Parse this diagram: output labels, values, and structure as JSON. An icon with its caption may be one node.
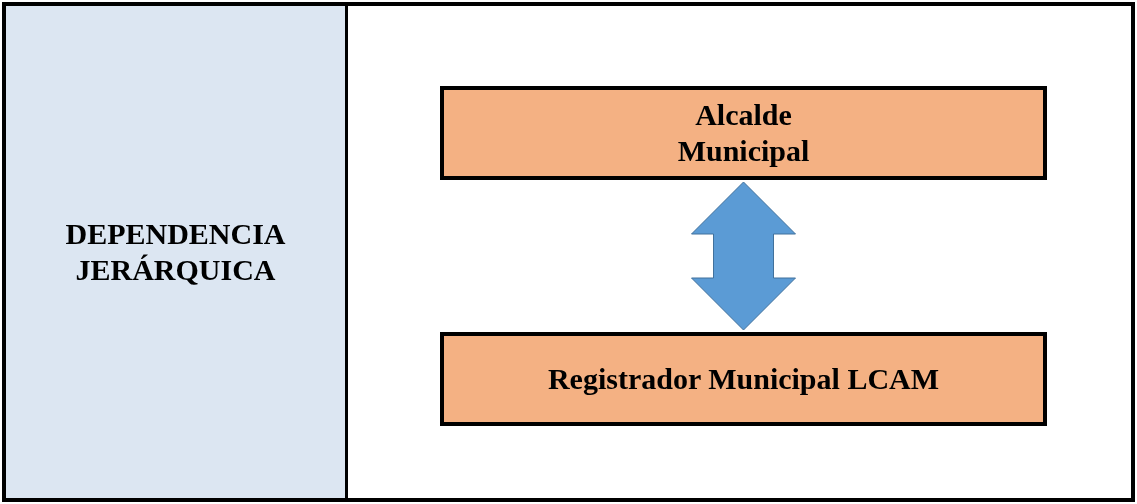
{
  "diagram": {
    "nodes": [
      {
        "text": [
          "DEPENDENCIA JERÁRQUICA"
        ]
      },
      {
        "text": [
          "Alcalde Municipal"
        ]
      },
      {
        "text": [
          "Registrador Municipal LCAM"
        ]
      }
    ],
    "edges": [
      {
        "from": 1,
        "to": 2,
        "arrow": "both"
      }
    ]
  }
}
